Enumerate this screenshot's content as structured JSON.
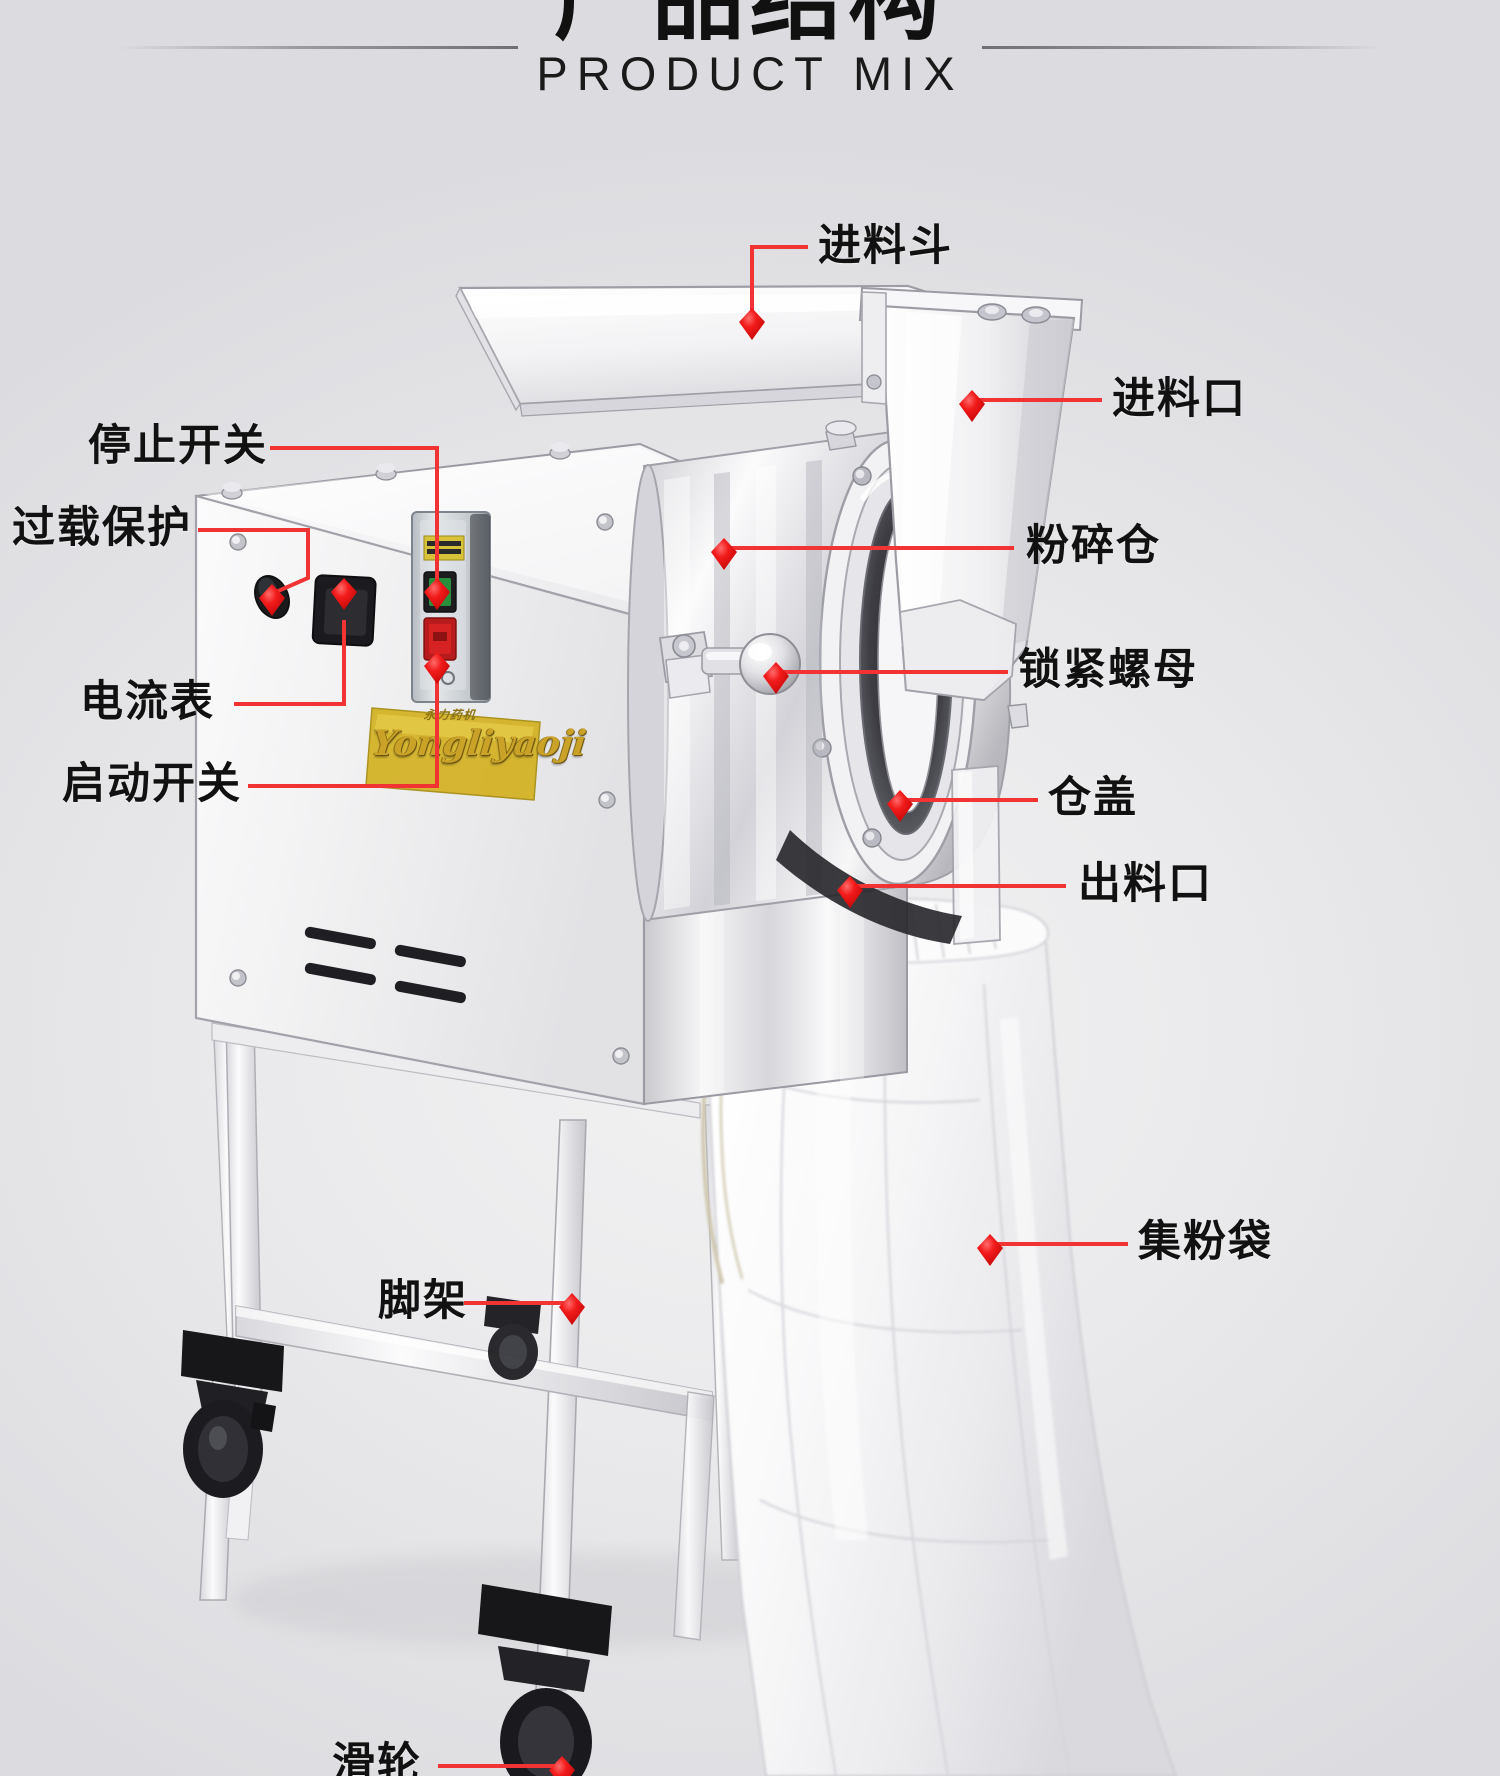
{
  "header": {
    "title_cn": "产品结构",
    "title_en": "PRODUCT MIX"
  },
  "brand": {
    "name": "Yongliyaoji",
    "sub": "永力药机",
    "color": "#c9a227"
  },
  "colors": {
    "accent": "#ee1111",
    "leader": "#f23333",
    "background": "#e9e9eb",
    "text": "#111111",
    "machine_body": "#f4f4f5",
    "machine_shadow": "#b9b9bd"
  },
  "callouts": [
    {
      "id": "feed-hopper",
      "label": "进料斗",
      "side": "top"
    },
    {
      "id": "feed-inlet",
      "label": "进料口",
      "side": "right"
    },
    {
      "id": "stop-switch",
      "label": "停止开关",
      "side": "left"
    },
    {
      "id": "overload-protect",
      "label": "过载保护",
      "side": "left"
    },
    {
      "id": "ammeter",
      "label": "电流表",
      "side": "left"
    },
    {
      "id": "start-switch",
      "label": "启动开关",
      "side": "left"
    },
    {
      "id": "grinding-chamber",
      "label": "粉碎仓",
      "side": "right"
    },
    {
      "id": "locking-nut",
      "label": "锁紧螺母",
      "side": "right"
    },
    {
      "id": "chamber-cover",
      "label": "仓盖",
      "side": "right"
    },
    {
      "id": "discharge-outlet",
      "label": "出料口",
      "side": "right"
    },
    {
      "id": "powder-bag",
      "label": "集粉袋",
      "side": "right"
    },
    {
      "id": "foot-stand",
      "label": "脚架",
      "side": "bottom"
    },
    {
      "id": "caster-wheel",
      "label": "滑轮",
      "side": "bottom"
    }
  ]
}
